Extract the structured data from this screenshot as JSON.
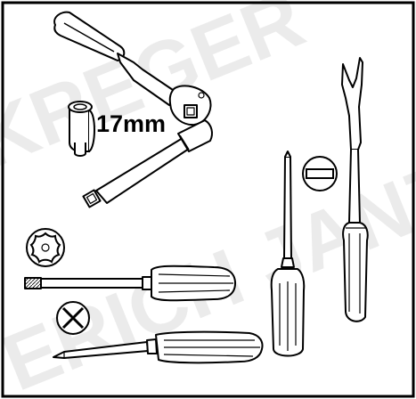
{
  "figure": {
    "socket_size_label": "17mm",
    "watermark_lines": [
      "KREGER",
      "ERICH JANZ"
    ]
  },
  "tools": [
    {
      "id": "ratchet-handle",
      "icon": "ratchet-icon"
    },
    {
      "id": "socket-17mm",
      "icon": "socket-icon"
    },
    {
      "id": "extension-bar",
      "icon": "extension-bar-icon"
    },
    {
      "id": "trim-removal-tool",
      "icon": "pry-bar-icon"
    },
    {
      "id": "flat-screwdriver",
      "icon": "flat-screwdriver-icon"
    },
    {
      "id": "torx-screwdriver",
      "icon": "torx-screwdriver-icon"
    },
    {
      "id": "phillips-screwdriver",
      "icon": "phillips-screwdriver-icon"
    }
  ],
  "symbols": [
    {
      "id": "flat-tip-symbol",
      "icon": "slot-symbol-icon"
    },
    {
      "id": "torx-tip-symbol",
      "icon": "torx-symbol-icon"
    },
    {
      "id": "phillips-tip-symbol",
      "icon": "cross-symbol-icon"
    }
  ]
}
